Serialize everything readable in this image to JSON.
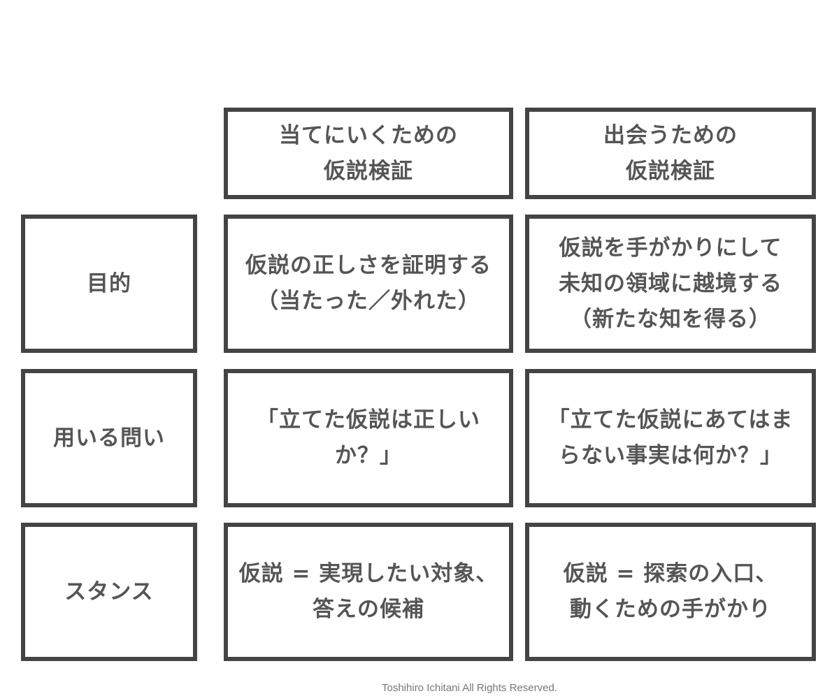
{
  "columns": [
    {
      "label": "当てにいくための\n仮説検証"
    },
    {
      "label": "出会うための\n仮説検証"
    }
  ],
  "rows": [
    {
      "label": "目的",
      "cells": [
        "仮説の正しさを証明する\n（当たった／外れた）",
        "仮説を手がかりにして\n未知の領域に越境する\n（新たな知を得る）"
      ]
    },
    {
      "label": "用いる問い",
      "cells": [
        "「立てた仮説は正しい\nか？」",
        "「立てた仮説にあてはま\nらない事実は何か？」"
      ]
    },
    {
      "label": "スタンス",
      "cells": [
        "仮説 = 実現したい対象、\n答えの候補",
        "仮説 = 探索の入口、\n動くための手がかり"
      ]
    }
  ],
  "footer": {
    "copyright": "Toshihiro Ichitani All Rights Reserved."
  }
}
